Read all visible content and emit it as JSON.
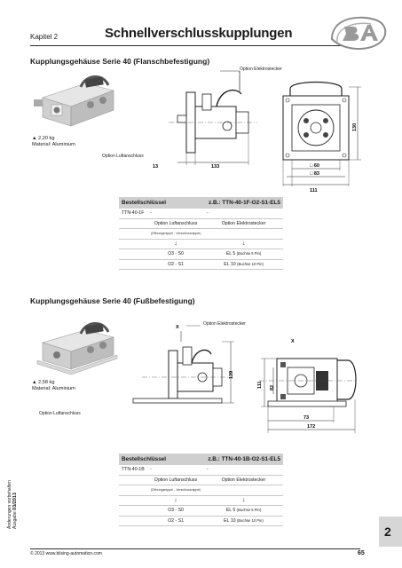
{
  "header": {
    "chapter": "Kapitel 2",
    "title": "Schnellverschlusskupplungen"
  },
  "section1": {
    "heading": "Kupplungsgehäuse Serie 40 (Flanschbefestigung)",
    "weight": "2,20 kg",
    "material": "Material: Aluminium",
    "callout_option_elektro": "Option Elektrostecker",
    "callout_option_luft": "Option Luftanschluss",
    "dims": {
      "d13": "13",
      "d133": "133",
      "d60": "□ 60",
      "d83": "□ 83",
      "d111": "111",
      "d130": "130"
    },
    "table": {
      "title": "Bestellschlüssel",
      "example": "z.B.: TTN-40-1F-O2-S1-EL5",
      "code": "TTN-40-1F",
      "dash1": "-",
      "dash2": "-",
      "col_luft": "Option Luftanschluss",
      "col_luft_sub": "(Öffnungsnippel - Verschlussnippel)",
      "col_elektro": "Option Elektrostecker",
      "arrow1": "↓",
      "arrow2": "↓",
      "rows": [
        {
          "luft": "O3 - S0",
          "elektro": "EL 5",
          "elektro_sub": "(Buchse 5 Pin)"
        },
        {
          "luft": "O2 - S1",
          "elektro": "EL 10",
          "elektro_sub": "(Buchse 10 Pin)"
        }
      ]
    }
  },
  "section2": {
    "heading": "Kupplungsgehäuse Serie 40 (Fußbefestigung)",
    "weight": "2,58 kg",
    "material": "Material: Aluminium",
    "callout_option_elektro": "Option Elektrostecker",
    "callout_option_luft": "Option Luftanschluss",
    "x_label_left": "X",
    "x_label_right": "X",
    "dims": {
      "d139": "139",
      "d111": "111",
      "d82": "82",
      "d73": "73",
      "d172": "172"
    },
    "table": {
      "title": "Bestellschlüssel",
      "example": "z.B.: TTN-40-1B-O2-S1-EL5",
      "code": "TTN-40-1B",
      "dash1": "-",
      "dash2": "-",
      "col_luft": "Option Luftanschluss",
      "col_luft_sub": "(Öffnungsnippel - Verschlussnippel)",
      "col_elektro": "Option Elektrostecker",
      "arrow1": "↓",
      "arrow2": "↓",
      "rows": [
        {
          "luft": "O3 - S0",
          "elektro": "EL 5",
          "elektro_sub": "(Buchse 5 Pin)"
        },
        {
          "luft": "O2 - S1",
          "elektro": "EL 10",
          "elektro_sub": "(Buchse 10 Pin)"
        }
      ]
    }
  },
  "side": {
    "line1": "Änderungen vorbehalten",
    "line2_prefix": "Ausgabe",
    "line2_bold": "03/2013"
  },
  "chapter_tab": "2",
  "footer": {
    "copyright": "© 2013 www.bilsing-automation.com",
    "page": "65"
  },
  "colors": {
    "tab": "#d6d6d6",
    "table_header": "#cfcfcf",
    "rule": "#2a2a2a"
  }
}
